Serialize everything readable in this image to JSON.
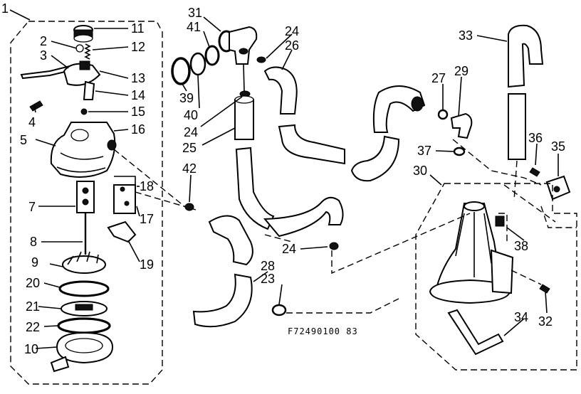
{
  "diagram": {
    "part_labels": [
      "1",
      "2",
      "3",
      "4",
      "5",
      "7",
      "8",
      "9",
      "20",
      "21",
      "22",
      "10",
      "11",
      "12",
      "13",
      "14",
      "15",
      "16",
      "18",
      "17",
      "19",
      "31",
      "41",
      "39",
      "40",
      "24",
      "25",
      "42",
      "24",
      "26",
      "33",
      "27",
      "29",
      "37",
      "36",
      "35",
      "30",
      "38",
      "24",
      "28",
      "23",
      "34",
      "32"
    ],
    "drawing_code": "F72490100   83"
  }
}
